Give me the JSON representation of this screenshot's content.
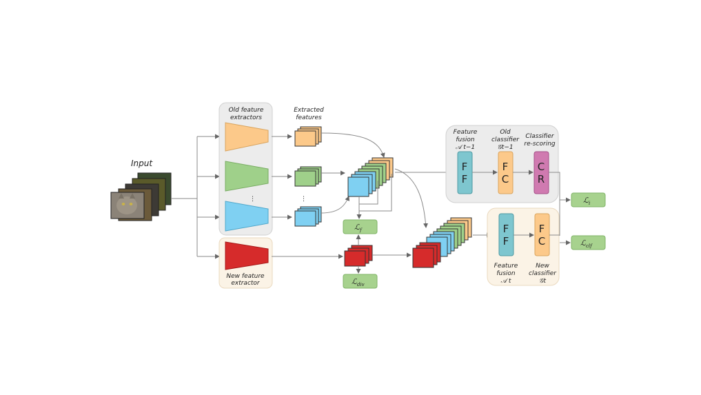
{
  "input_label": "Input",
  "old_extractors": {
    "title_line1": "Old feature",
    "title_line2": "extractors",
    "dots": "⋮"
  },
  "extracted": {
    "line1": "Extracted",
    "line2": "features",
    "dots": "⋮"
  },
  "new_extractor": {
    "line1": "New feature",
    "line2": "extractor"
  },
  "losses": {
    "lf_main": "ℒ",
    "lf_sub": "f",
    "ldiv_main": "ℒ",
    "ldiv_sub": "div",
    "li_main": "ℒ",
    "li_sub": "i",
    "lclf_main": "ℒ",
    "lclf_sub": "clf"
  },
  "upper_panel": {
    "ff_label_line1": "Feature",
    "ff_label_line2": "fusion",
    "ff_label_line3": "𝒜 t−1",
    "oc_label_line1": "Old",
    "oc_label_line2": "classifier",
    "oc_label_line3": "𝒢t−1",
    "cr_label_line1": "Classifier",
    "cr_label_line2": "re-scoring",
    "ff_text_1": "F",
    "ff_text_2": "F",
    "fc_text_1": "F",
    "fc_text_2": "C",
    "cr_text_1": "C",
    "cr_text_2": "R"
  },
  "lower_panel": {
    "ff_label_line1": "Feature",
    "ff_label_line2": "fusion",
    "ff_label_line3": "𝒜 t",
    "nc_label_line1": "New",
    "nc_label_line2": "classifier",
    "nc_label_line3": "𝒢t",
    "ff_text_1": "F",
    "ff_text_2": "F",
    "fc_text_1": "F",
    "fc_text_2": "C"
  },
  "colors": {
    "orange": "#fcc98a",
    "green": "#9fd08a",
    "blue": "#7fd0f2",
    "red": "#d62b2b",
    "teal": "#7ec6cf",
    "pink": "#d07ab0",
    "loss_green": "#a7d28e",
    "panel_gray": "#ececec",
    "panel_beige": "#fbf3e6"
  }
}
